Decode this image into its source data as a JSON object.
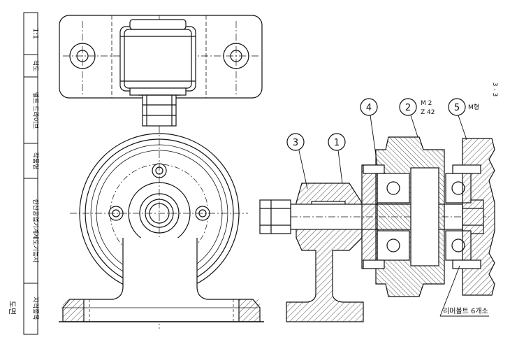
{
  "title_block": {
    "scale": "1:1",
    "scale_label": "척도",
    "part_name": "벨트 드라이브",
    "drawing_label": "작품명",
    "school": "한산공업기계제도기능사",
    "author_label": "자격종목",
    "side_mark": "도면"
  },
  "sheet_number": "3 - 3",
  "balloons": [
    {
      "num": "3"
    },
    {
      "num": "1"
    },
    {
      "num": "4"
    },
    {
      "num": "2",
      "note1": "M 2",
      "note2": "Z 42"
    },
    {
      "num": "5",
      "note1": "M형"
    }
  ],
  "callout": "리머볼트 6개소"
}
